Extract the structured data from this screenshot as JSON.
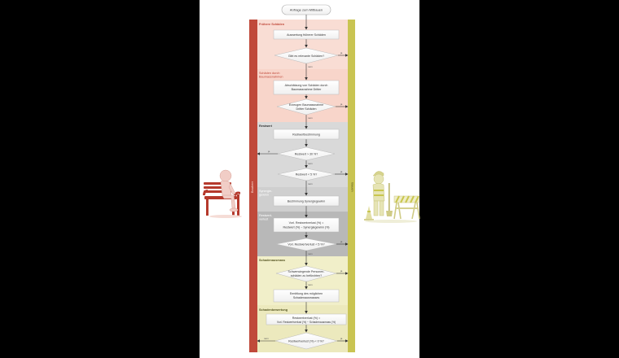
{
  "start": {
    "label": "Anfrage zum Mitbauen"
  },
  "lanes": {
    "left": {
      "label": "Bauherr",
      "color": "#c0493a"
    },
    "right": {
      "label": "Bauen",
      "color": "#c9c452"
    }
  },
  "sections": [
    {
      "id": "fruehere-schaeden",
      "title": "Frühere Schäden",
      "color": "#f9ddd4"
    },
    {
      "id": "schaeden-baumassnahmen",
      "title_line1": "Schäden durch",
      "title_line2": "Baumassnahmen",
      "color": "#f8d5ca"
    },
    {
      "id": "restwert",
      "title": "Restwert",
      "color": "#d9d9d9"
    },
    {
      "id": "synergiegewinn",
      "title_line1": "Synergie-",
      "title_line2": "gewinn",
      "color": "#cfcfcf"
    },
    {
      "id": "restwertverlust",
      "title_line1": "Restwert-",
      "title_line2": "verlust",
      "color": "#b8b8b8"
    },
    {
      "id": "schadenausmass",
      "title": "Schadenausmass",
      "color": "#f1efc9"
    },
    {
      "id": "schadenbewertung",
      "title": "Schadenbewertung",
      "color": "#ece9bd"
    }
  ],
  "steps": {
    "auswertung": "Auswertung früherer Schäden",
    "q_relevante": "Gibt es relevante Schäden?",
    "abschaetzung_line1": "Abschätzung von Schäden durch",
    "abschaetzung_line2": "Baumassnahme Dritter",
    "q_erzeugen_line1": "Erzeugen Baumassnahme",
    "q_erzeugen_line2": "Dritter Schäden",
    "restwertbestimmung": "Restwertbestimmung",
    "q_restwert_30": "Restwert > 30 %?",
    "q_restwert_5": "Restwert < 5 %?",
    "synergie": "Bestimmung Synergiegewinn",
    "verlust_line1": "Vorl. Restwertverlust (%) =",
    "verlust_line2": "Restwert (%) − Synergiegewinn (%)",
    "q_verlust_5": "Vorl. Restwertverlust < 5 %?",
    "q_personen_line1": "Schwerwiegende Personen-",
    "q_personen_line2": "schäden zu befürchten?",
    "ermittlung_line1": "Ermittlung des möglichen",
    "ermittlung_line2": "Schadenausmasses",
    "formel_line1": "Restwertverlust (%) =",
    "formel_line2": "Vorl. Restwertverlust (%) − Schadenausmass (%)",
    "q_final": "Restwertverlust (%) < 0 %?"
  },
  "edge_labels": {
    "ja": "ja",
    "nein": "nein"
  },
  "illustrations": {
    "left": "person-on-bench",
    "right": "construction-worker-with-barrier"
  }
}
